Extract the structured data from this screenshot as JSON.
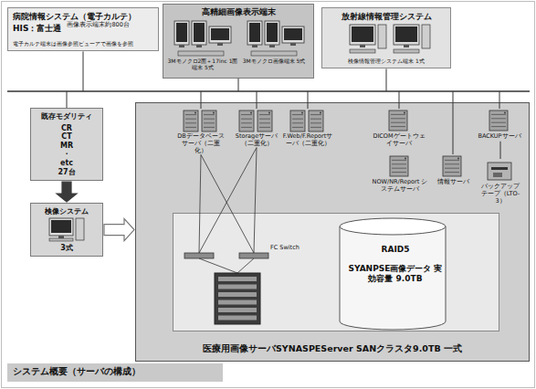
{
  "diagram": {
    "caption": "システム概要（サーバの構成）",
    "nodes": [
      {
        "text": [
          "病院情報システム（電子カルテ）",
          "HIS：富士通",
          "画像表示端末約800台",
          "電子カルテ端末は画像参照ビューアで画像を参照"
        ]
      },
      {
        "text": [
          "高精細画像表示端末",
          "3Mモノクロ2面＋17inc 1面端末 5式",
          "3Mモノクロ画像端末 5式"
        ]
      },
      {
        "text": [
          "放射線情報管理システム",
          "検像情報管理システム端末 1式"
        ]
      },
      {
        "text": [
          "既存モダリティ",
          "CR CT MR ・ etc 27台"
        ]
      },
      {
        "text": [
          "検像システム",
          "3式"
        ]
      },
      {
        "text": [
          "医療用画像サーバSYNASPEServer SANクラスタ9.0TB 一式"
        ]
      },
      {
        "text": [
          "DBデータベースサーバ（二重化）"
        ],
        "in": 5
      },
      {
        "text": [
          "Storageサーバ（二重化）"
        ],
        "in": 5
      },
      {
        "text": [
          "F.Web/F.Reportサーバ（二重化）"
        ],
        "in": 5
      },
      {
        "text": [
          "DICOMゲートウェイサーバ"
        ],
        "in": 5
      },
      {
        "text": [
          "NOW/NR/Report システムサーバ"
        ],
        "in": 5
      },
      {
        "text": [
          "情報サーバ"
        ],
        "in": 5
      },
      {
        "text": [
          "BACKUPサーバ"
        ],
        "in": 5
      },
      {
        "text": [
          "バックアップ テープ（LTO-3）"
        ],
        "in": 5
      },
      {
        "text": [
          "RAID5",
          "SYANPSE画像データ 実効容量 9.0TB"
        ],
        "in": 5
      }
    ],
    "edges": [
      {
        "from": 3,
        "to": 4,
        "arrow": "to"
      },
      {
        "from": 4,
        "to": 5,
        "arrow": "to"
      },
      {
        "from": 12,
        "to": 13,
        "arrow": "none"
      }
    ],
    "labels": [
      "FC Switch"
    ]
  }
}
